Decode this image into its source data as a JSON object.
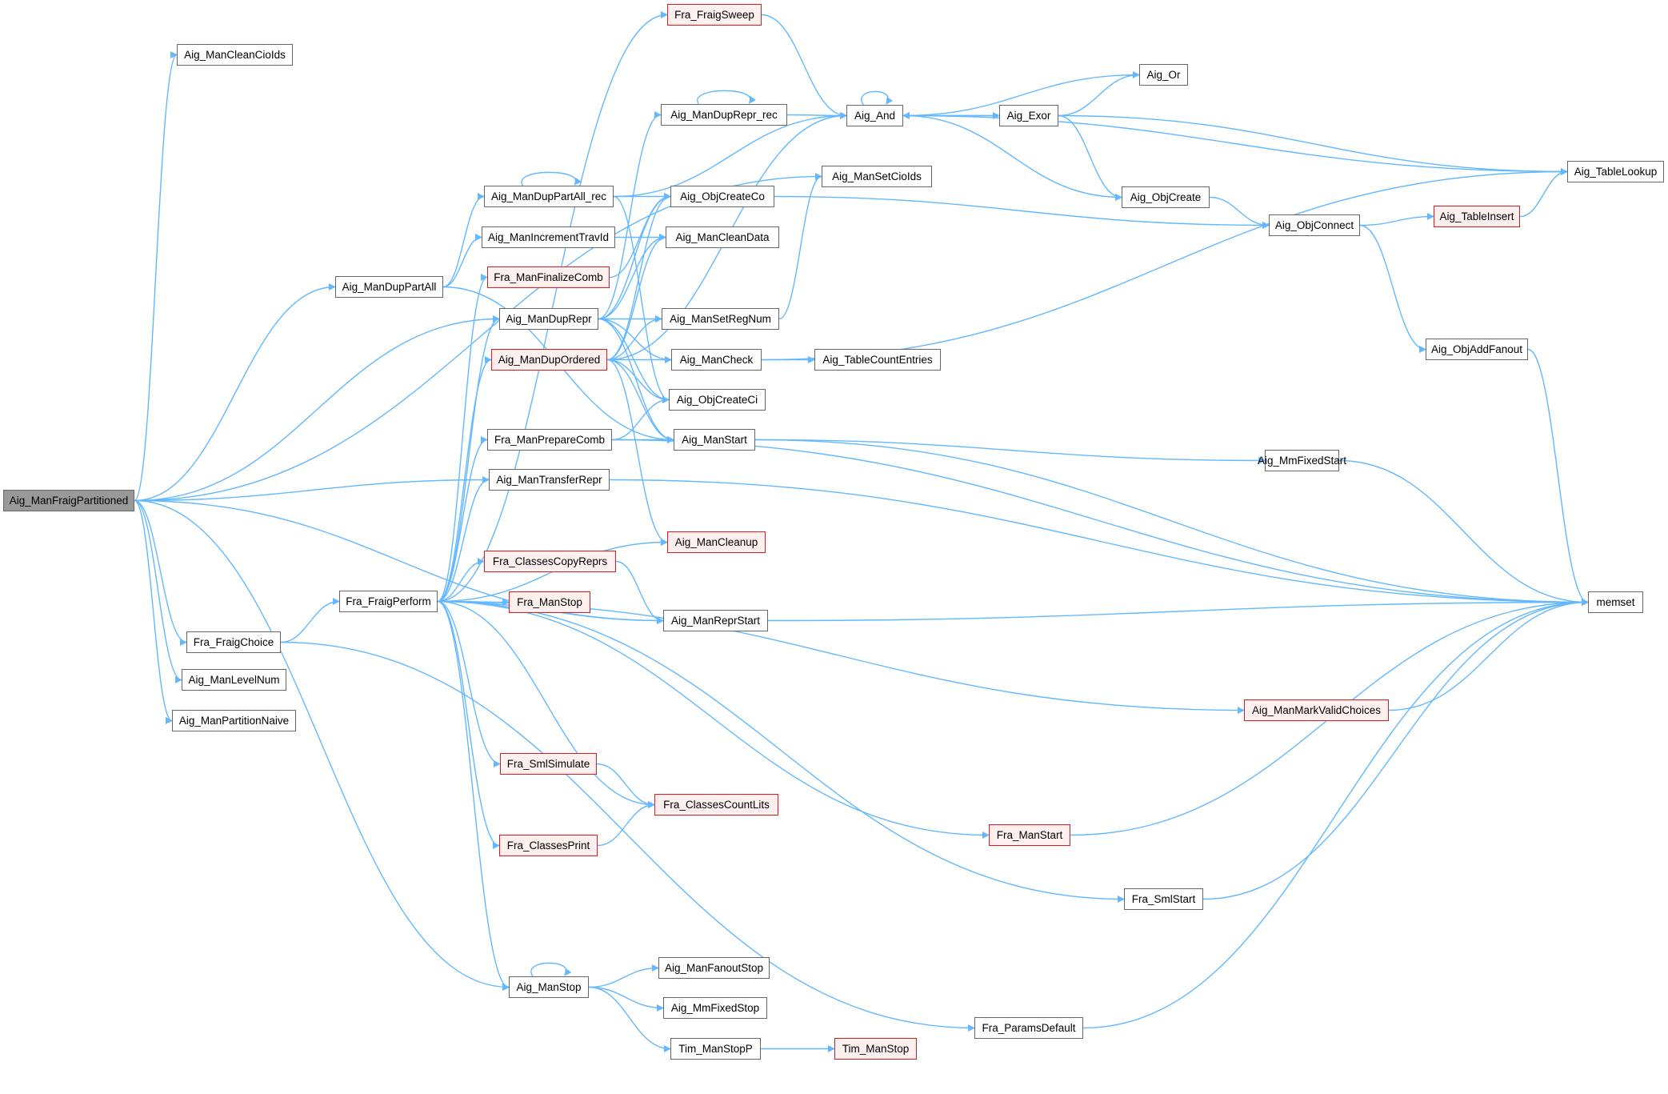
{
  "diagram": {
    "type": "call-graph",
    "edge_color": "#63b8ff",
    "root": "Aig_ManFraigPartitioned",
    "nodes": [
      {
        "id": "root",
        "label": "Aig_ManFraigPartitioned",
        "style": "root"
      },
      {
        "id": "cleanCioIds",
        "label": "Aig_ManCleanCioIds",
        "style": "normal"
      },
      {
        "id": "dupPartAll",
        "label": "Aig_ManDupPartAll",
        "style": "normal"
      },
      {
        "id": "fraigChoice",
        "label": "Fra_FraigChoice",
        "style": "normal"
      },
      {
        "id": "levelNum",
        "label": "Aig_ManLevelNum",
        "style": "normal"
      },
      {
        "id": "partNaive",
        "label": "Aig_ManPartitionNaive",
        "style": "normal"
      },
      {
        "id": "fraigPerform",
        "label": "Fra_FraigPerform",
        "style": "normal"
      },
      {
        "id": "fraigSweep",
        "label": "Fra_FraigSweep",
        "style": "red"
      },
      {
        "id": "dupPartAllRec",
        "label": "Aig_ManDupPartAll_rec",
        "style": "normal"
      },
      {
        "id": "incTravId",
        "label": "Aig_ManIncrementTravId",
        "style": "normal"
      },
      {
        "id": "finalizeComb",
        "label": "Fra_ManFinalizeComb",
        "style": "red"
      },
      {
        "id": "dupRepr",
        "label": "Aig_ManDupRepr",
        "style": "normal"
      },
      {
        "id": "dupOrdered",
        "label": "Aig_ManDupOrdered",
        "style": "red"
      },
      {
        "id": "prepareComb",
        "label": "Fra_ManPrepareComb",
        "style": "normal"
      },
      {
        "id": "transferRepr",
        "label": "Aig_ManTransferRepr",
        "style": "normal"
      },
      {
        "id": "classesCopyReprs",
        "label": "Fra_ClassesCopyReprs",
        "style": "red"
      },
      {
        "id": "fraManStop",
        "label": "Fra_ManStop",
        "style": "red"
      },
      {
        "id": "smlSimulate",
        "label": "Fra_SmlSimulate",
        "style": "red"
      },
      {
        "id": "classesPrint",
        "label": "Fra_ClassesPrint",
        "style": "red"
      },
      {
        "id": "aigManStop",
        "label": "Aig_ManStop",
        "style": "normal"
      },
      {
        "id": "dupReprRec",
        "label": "Aig_ManDupRepr_rec",
        "style": "normal"
      },
      {
        "id": "objCreateCo",
        "label": "Aig_ObjCreateCo",
        "style": "normal"
      },
      {
        "id": "cleanData",
        "label": "Aig_ManCleanData",
        "style": "normal"
      },
      {
        "id": "setRegNum",
        "label": "Aig_ManSetRegNum",
        "style": "normal"
      },
      {
        "id": "manCheck",
        "label": "Aig_ManCheck",
        "style": "normal"
      },
      {
        "id": "objCreateCi",
        "label": "Aig_ObjCreateCi",
        "style": "normal"
      },
      {
        "id": "aigManStart",
        "label": "Aig_ManStart",
        "style": "normal"
      },
      {
        "id": "manCleanup",
        "label": "Aig_ManCleanup",
        "style": "red"
      },
      {
        "id": "reprStart",
        "label": "Aig_ManReprStart",
        "style": "normal"
      },
      {
        "id": "countLits",
        "label": "Fra_ClassesCountLits",
        "style": "red"
      },
      {
        "id": "fanoutStop",
        "label": "Aig_ManFanoutStop",
        "style": "normal"
      },
      {
        "id": "mmFixedStop",
        "label": "Aig_MmFixedStop",
        "style": "normal"
      },
      {
        "id": "timStopP",
        "label": "Tim_ManStopP",
        "style": "normal"
      },
      {
        "id": "aigAnd",
        "label": "Aig_And",
        "style": "normal"
      },
      {
        "id": "setCioIds",
        "label": "Aig_ManSetCioIds",
        "style": "normal"
      },
      {
        "id": "tableCount",
        "label": "Aig_TableCountEntries",
        "style": "normal"
      },
      {
        "id": "timStop",
        "label": "Tim_ManStop",
        "style": "red"
      },
      {
        "id": "aigExor",
        "label": "Aig_Exor",
        "style": "normal"
      },
      {
        "id": "aigOr",
        "label": "Aig_Or",
        "style": "normal"
      },
      {
        "id": "objCreate",
        "label": "Aig_ObjCreate",
        "style": "normal"
      },
      {
        "id": "mmFixedStart",
        "label": "Aig_MmFixedStart",
        "style": "normal"
      },
      {
        "id": "markValid",
        "label": "Aig_ManMarkValidChoices",
        "style": "red"
      },
      {
        "id": "fraManStart",
        "label": "Fra_ManStart",
        "style": "red"
      },
      {
        "id": "smlStart",
        "label": "Fra_SmlStart",
        "style": "normal"
      },
      {
        "id": "paramsDefault",
        "label": "Fra_ParamsDefault",
        "style": "normal"
      },
      {
        "id": "objConnect",
        "label": "Aig_ObjConnect",
        "style": "normal"
      },
      {
        "id": "tableInsert",
        "label": "Aig_TableInsert",
        "style": "red"
      },
      {
        "id": "objAddFanout",
        "label": "Aig_ObjAddFanout",
        "style": "normal"
      },
      {
        "id": "tableLookup",
        "label": "Aig_TableLookup",
        "style": "normal"
      },
      {
        "id": "memset",
        "label": "memset",
        "style": "normal"
      }
    ],
    "edges": [
      [
        "root",
        "cleanCioIds"
      ],
      [
        "root",
        "dupPartAll"
      ],
      [
        "root",
        "fraigChoice"
      ],
      [
        "root",
        "levelNum"
      ],
      [
        "root",
        "partNaive"
      ],
      [
        "root",
        "setCioIds"
      ],
      [
        "root",
        "dupRepr"
      ],
      [
        "root",
        "transferRepr"
      ],
      [
        "root",
        "reprStart"
      ],
      [
        "root",
        "aigManStop"
      ],
      [
        "fraigChoice",
        "fraigPerform"
      ],
      [
        "fraigChoice",
        "paramsDefault"
      ],
      [
        "dupPartAll",
        "dupPartAllRec"
      ],
      [
        "dupPartAll",
        "incTravId"
      ],
      [
        "dupPartAll",
        "aigManStart"
      ],
      [
        "dupPartAllRec",
        "dupPartAllRec"
      ],
      [
        "dupPartAllRec",
        "objCreateCo"
      ],
      [
        "dupPartAllRec",
        "aigAnd"
      ],
      [
        "dupPartAllRec",
        "objCreateCi"
      ],
      [
        "incTravId",
        "cleanData"
      ],
      [
        "finalizeComb",
        "objCreateCo"
      ],
      [
        "fraigPerform",
        "fraigSweep"
      ],
      [
        "fraigPerform",
        "finalizeComb"
      ],
      [
        "fraigPerform",
        "dupRepr"
      ],
      [
        "fraigPerform",
        "dupOrdered"
      ],
      [
        "fraigPerform",
        "prepareComb"
      ],
      [
        "fraigPerform",
        "transferRepr"
      ],
      [
        "fraigPerform",
        "classesCopyReprs"
      ],
      [
        "fraigPerform",
        "fraManStop"
      ],
      [
        "fraigPerform",
        "manCleanup"
      ],
      [
        "fraigPerform",
        "reprStart"
      ],
      [
        "fraigPerform",
        "markValid"
      ],
      [
        "fraigPerform",
        "smlSimulate"
      ],
      [
        "fraigPerform",
        "countLits"
      ],
      [
        "fraigPerform",
        "classesPrint"
      ],
      [
        "fraigPerform",
        "fraManStart"
      ],
      [
        "fraigPerform",
        "smlStart"
      ],
      [
        "fraigPerform",
        "aigManStop"
      ],
      [
        "fraigSweep",
        "aigAnd"
      ],
      [
        "dupRepr",
        "dupReprRec"
      ],
      [
        "dupRepr",
        "objCreateCo"
      ],
      [
        "dupRepr",
        "cleanData"
      ],
      [
        "dupRepr",
        "setRegNum"
      ],
      [
        "dupRepr",
        "manCheck"
      ],
      [
        "dupRepr",
        "objCreateCi"
      ],
      [
        "dupRepr",
        "aigManStart"
      ],
      [
        "dupOrdered",
        "aigAnd"
      ],
      [
        "dupOrdered",
        "objCreateCo"
      ],
      [
        "dupOrdered",
        "cleanData"
      ],
      [
        "dupOrdered",
        "setRegNum"
      ],
      [
        "dupOrdered",
        "manCheck"
      ],
      [
        "dupOrdered",
        "objCreateCi"
      ],
      [
        "dupOrdered",
        "aigManStart"
      ],
      [
        "dupOrdered",
        "manCleanup"
      ],
      [
        "prepareComb",
        "objCreateCi"
      ],
      [
        "prepareComb",
        "aigManStart"
      ],
      [
        "prepareComb",
        "memset"
      ],
      [
        "transferRepr",
        "memset"
      ],
      [
        "classesCopyReprs",
        "reprStart"
      ],
      [
        "smlSimulate",
        "countLits"
      ],
      [
        "classesPrint",
        "countLits"
      ],
      [
        "aigManStop",
        "aigManStop"
      ],
      [
        "aigManStop",
        "fanoutStop"
      ],
      [
        "aigManStop",
        "mmFixedStop"
      ],
      [
        "aigManStop",
        "timStopP"
      ],
      [
        "timStopP",
        "timStop"
      ],
      [
        "dupReprRec",
        "dupReprRec"
      ],
      [
        "dupReprRec",
        "aigAnd"
      ],
      [
        "objCreateCo",
        "objConnect"
      ],
      [
        "setRegNum",
        "setCioIds"
      ],
      [
        "manCheck",
        "tableCount"
      ],
      [
        "manCheck",
        "tableLookup"
      ],
      [
        "aigManStart",
        "mmFixedStart"
      ],
      [
        "aigManStart",
        "memset"
      ],
      [
        "reprStart",
        "memset"
      ],
      [
        "aigAnd",
        "aigAnd"
      ],
      [
        "aigAnd",
        "aigExor"
      ],
      [
        "aigAnd",
        "objCreate"
      ],
      [
        "aigAnd",
        "tableLookup"
      ],
      [
        "aigExor",
        "aigAnd"
      ],
      [
        "aigExor",
        "aigOr"
      ],
      [
        "aigExor",
        "objCreate"
      ],
      [
        "aigExor",
        "tableLookup"
      ],
      [
        "aigOr",
        "aigAnd"
      ],
      [
        "objCreate",
        "objConnect"
      ],
      [
        "objConnect",
        "tableInsert"
      ],
      [
        "objConnect",
        "objAddFanout"
      ],
      [
        "tableInsert",
        "tableLookup"
      ],
      [
        "objAddFanout",
        "memset"
      ],
      [
        "mmFixedStart",
        "memset"
      ],
      [
        "markValid",
        "memset"
      ],
      [
        "fraManStart",
        "memset"
      ],
      [
        "smlStart",
        "memset"
      ],
      [
        "paramsDefault",
        "memset"
      ]
    ]
  }
}
